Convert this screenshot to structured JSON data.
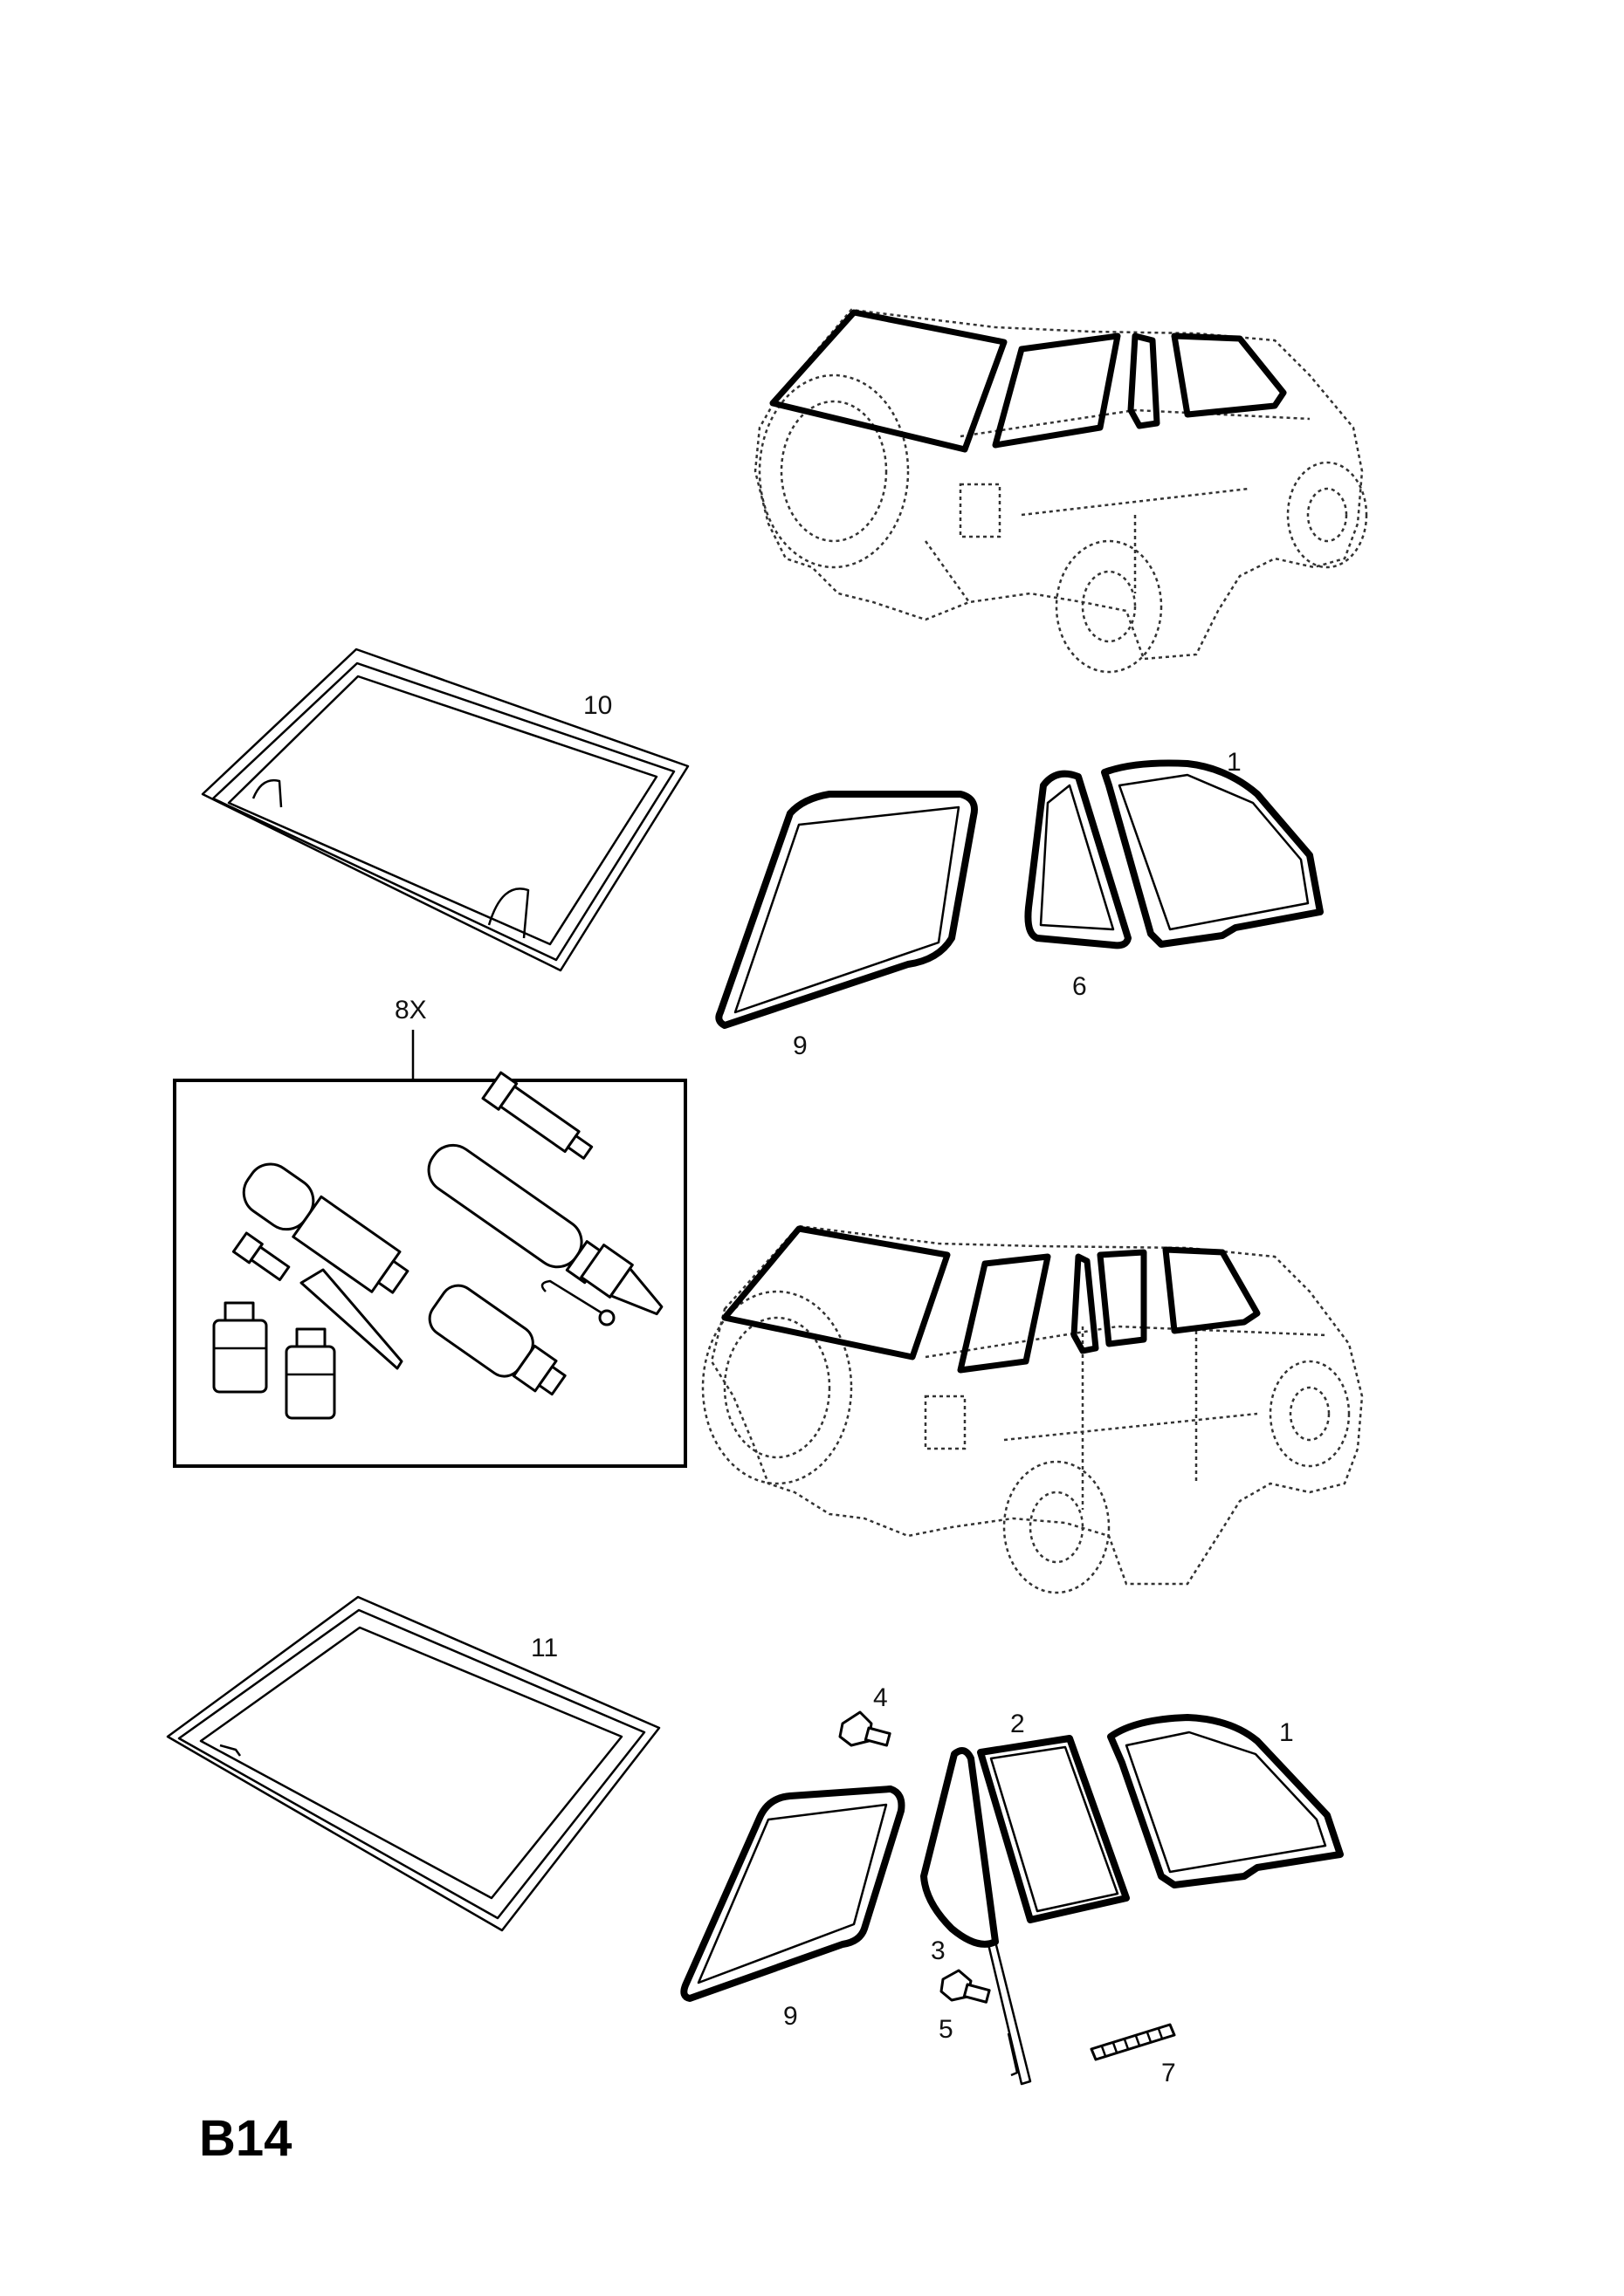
{
  "diagram": {
    "section_code": "B14",
    "callouts": {
      "c10": "10",
      "c1_top": "1",
      "c9_top": "9",
      "c6": "6",
      "c8x": "8X",
      "c11": "11",
      "c4": "4",
      "c2": "2",
      "c1_bottom": "1",
      "c3": "3",
      "c9_bottom": "9",
      "c5": "5",
      "c7": "7"
    }
  }
}
